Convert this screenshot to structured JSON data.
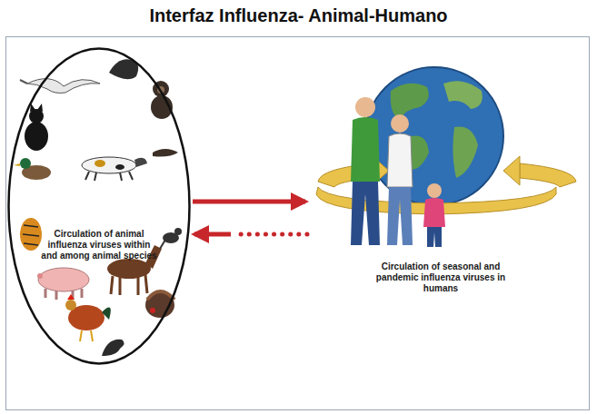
{
  "diagram": {
    "title": "Interfaz Influenza- Animal-Humano",
    "nodes": [
      {
        "text": [
          "Circulation of animal influenza viruses within and among animal species"
        ]
      },
      {
        "text": [
          "Circulation of seasonal and pandemic influenza viruses in humans"
        ]
      }
    ],
    "edges": [
      {
        "from": 0,
        "to": 1,
        "arrow": "to"
      },
      {
        "from": 1,
        "to": 0,
        "arrow": "to"
      }
    ]
  }
}
